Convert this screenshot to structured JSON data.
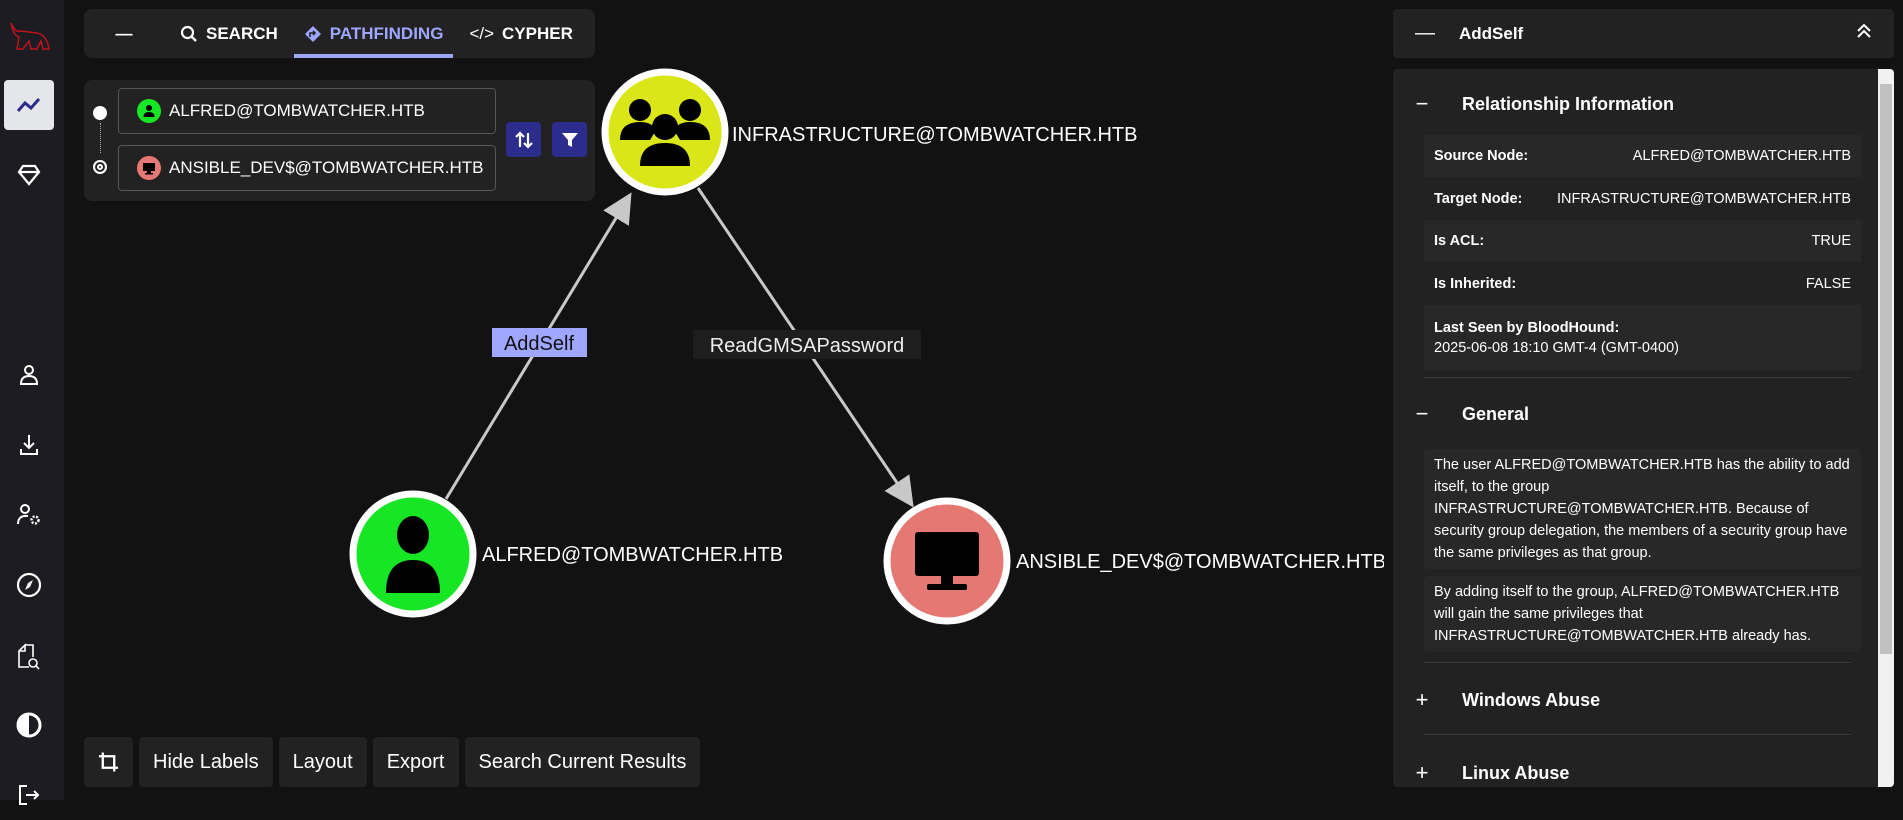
{
  "sidebar": {
    "items": [
      "logo",
      "explore",
      "gem",
      "user",
      "download",
      "user-settings",
      "compass",
      "file-search",
      "contrast",
      "logout"
    ]
  },
  "tabs": {
    "collapse": "—",
    "search": "SEARCH",
    "pathfinding": "PATHFINDING",
    "cypher": "CYPHER"
  },
  "pathfinding": {
    "source": "ALFRED@TOMBWATCHER.HTB",
    "target": "ANSIBLE_DEV$@TOMBWATCHER.HTB"
  },
  "graph": {
    "nodes": [
      {
        "id": "infra",
        "label": "INFRASTRUCTURE@TOMBWATCHER.HTB",
        "type": "group",
        "color": "#dbe618"
      },
      {
        "id": "alfred",
        "label": "ALFRED@TOMBWATCHER.HTB",
        "type": "user",
        "color": "#17e625"
      },
      {
        "id": "ansible",
        "label": "ANSIBLE_DEV$@TOMBWATCHER.HTB",
        "type": "computer",
        "color": "#e67873"
      }
    ],
    "edges": [
      {
        "from": "alfred",
        "to": "infra",
        "label": "AddSelf",
        "selected": true
      },
      {
        "from": "infra",
        "to": "ansible",
        "label": "ReadGMSAPassword",
        "selected": false
      }
    ]
  },
  "bottom": {
    "hide_labels": "Hide Labels",
    "layout": "Layout",
    "export": "Export",
    "search_results": "Search Current Results"
  },
  "panel": {
    "title": "AddSelf",
    "rel_header": "Relationship Information",
    "rows": [
      {
        "label": "Source Node:",
        "value": "ALFRED@TOMBWATCHER.HTB"
      },
      {
        "label": "Target Node:",
        "value": "INFRASTRUCTURE@TOMBWATCHER.HTB"
      },
      {
        "label": "Is ACL:",
        "value": "TRUE"
      },
      {
        "label": "Is Inherited:",
        "value": "FALSE"
      }
    ],
    "last_seen_label": "Last Seen by BloodHound:",
    "last_seen_value": "2025-06-08 18:10 GMT-4 (GMT-0400)",
    "general_header": "General",
    "general_p1": "The user ALFRED@TOMBWATCHER.HTB has the ability to add itself, to the group INFRASTRUCTURE@TOMBWATCHER.HTB. Because of security group delegation, the members of a security group have the same privileges as that group.",
    "general_p2": "By adding itself to the group, ALFRED@TOMBWATCHER.HTB will gain the same privileges that INFRASTRUCTURE@TOMBWATCHER.HTB already has.",
    "windows_abuse": "Windows Abuse",
    "linux_abuse": "Linux Abuse"
  }
}
